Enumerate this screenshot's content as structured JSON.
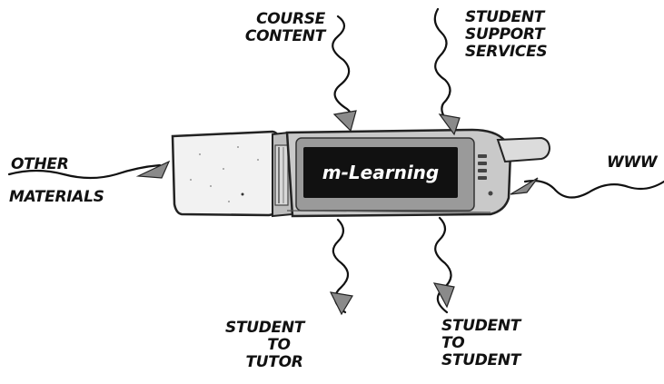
{
  "center_label": "m-Learning",
  "labels": {
    "course_content": [
      "COURSE",
      "CONTENT"
    ],
    "student_support": [
      "STUDENT",
      "SUPPORT",
      "SERVICES"
    ],
    "other_materials_line1": "OTHER",
    "other_materials_line2": "MATERIALS",
    "www": "WWW",
    "student_to_tutor": [
      "STUDENT",
      "TO",
      "TUTOR"
    ],
    "student_to_student": [
      "STUDENT",
      "TO",
      "STUDENT"
    ]
  }
}
